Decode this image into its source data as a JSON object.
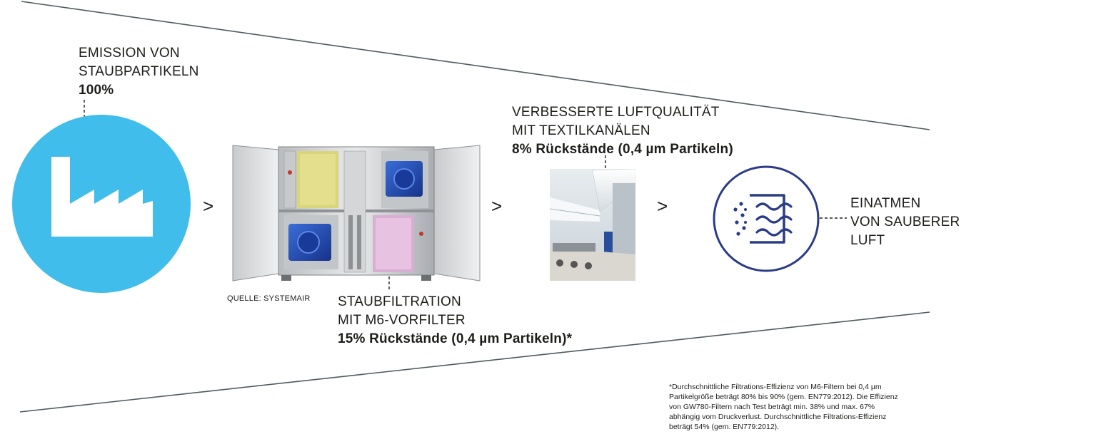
{
  "emission": {
    "line1": "EMISSION VON",
    "line2": "STAUBPARTIKELN",
    "value": "100%",
    "icon": "factory-icon",
    "color": "#40bdea"
  },
  "filtration": {
    "source": "QUELLE: SYSTEMAIR",
    "line1": "STAUBFILTRATION",
    "line2": "MIT M6-VORFILTER",
    "value": "15% Rückstände (0,4 µm Partikeln)*",
    "image": "ventilation-unit-photo"
  },
  "textile": {
    "line1": "VERBESSERTE LUFTQUALITÄT",
    "line2": "MIT TEXTILKANÄLEN",
    "value": "8% Rückstände (0,4 µm Partikeln)",
    "image": "textile-duct-room-photo"
  },
  "clean_air": {
    "line1": "EINATMEN",
    "line2": "VON SAUBERER",
    "line3": "LUFT",
    "icon": "air-filter-icon",
    "color": "#2a3c86"
  },
  "arrows": [
    ">",
    ">",
    ">"
  ],
  "footnote": [
    "*Durchschnittliche Filtrations-Effizienz von M6-Filtern bei 0,4 µm",
    "Partikelgröße beträgt 80% bis 90% (gem. EN779:2012). Die Effizienz",
    "von GW780-Filtern nach Test beträgt min. 38% und max. 67%",
    "abhängig vom Druckverlust. Durchschnittliche Filtrations-Effizienz",
    "beträgt 54% (gem. EN779:2012)."
  ]
}
